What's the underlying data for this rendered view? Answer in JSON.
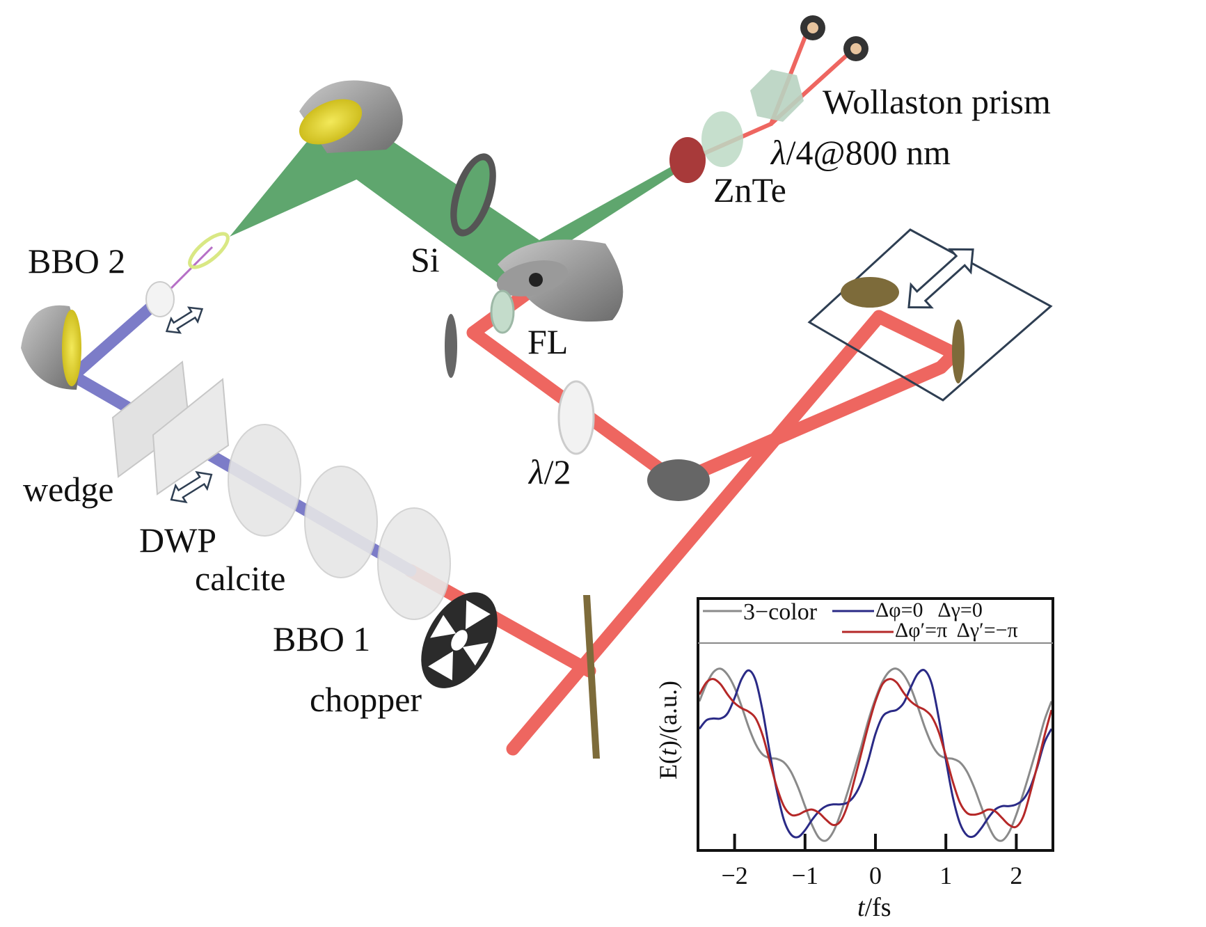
{
  "labels": {
    "wollaston_prism": "Wollaston prism",
    "quarter_wave_prefix": "λ",
    "quarter_wave_rest": "/4@800 nm",
    "znte": "ZnTe",
    "si": "Si",
    "bbo2": "BBO 2",
    "fl": "FL",
    "half_wave_prefix": "λ",
    "half_wave_rest": "/2",
    "wedge": "wedge",
    "dwp": "DWP",
    "calcite": "calcite",
    "bbo1": "BBO 1",
    "chopper": "chopper"
  },
  "colors": {
    "ir_beam": "#ee6660",
    "uv_beam": "#7c7cc8",
    "thz_beam": "#5fa66e",
    "mirror_gold": "#e2d21a",
    "mirror_gray": "#8e8e8e",
    "beam_splitter": "#7d6b3a"
  },
  "icons": {
    "stage_arrow": "double-arrow-icon",
    "chopper_wheel": "chopper-wheel-icon"
  },
  "chart_data": {
    "type": "line",
    "xlabel_italic": "t",
    "xlabel_rest": "/fs",
    "ylabel_prefix": "E(",
    "ylabel_italic": "t",
    "ylabel_suffix": ")/(a.u.)",
    "xlim": [
      -2.5,
      2.5
    ],
    "ylim": [
      -1.1,
      1.25
    ],
    "xticks": [
      -2,
      -1,
      0,
      1,
      2
    ],
    "xtick_labels": [
      "−2",
      "−1",
      "0",
      "1",
      "2"
    ],
    "legend": {
      "entry1": "3−color",
      "entry2": "Δφ=0   Δγ=0",
      "entry3": "Δφ′=π  Δγ′=−π"
    },
    "series": [
      {
        "name": "3−color",
        "color": "#8a8a8a",
        "x": [
          -2.5,
          -2.4,
          -2.3,
          -2.2,
          -2.1,
          -2.0,
          -1.9,
          -1.8,
          -1.7,
          -1.6,
          -1.5,
          -1.4,
          -1.3,
          -1.2,
          -1.1,
          -1.0,
          -0.9,
          -0.8,
          -0.7,
          -0.6,
          -0.5,
          -0.4,
          -0.3,
          -0.2,
          -0.1,
          0.0,
          0.1,
          0.2,
          0.3,
          0.4,
          0.5,
          0.6,
          0.7,
          0.8,
          0.9,
          1.0,
          1.1,
          1.2,
          1.3,
          1.4,
          1.5,
          1.6,
          1.7,
          1.8,
          1.9,
          2.0,
          2.1,
          2.2,
          2.3,
          2.4,
          2.5
        ],
        "y": [
          0.62,
          0.82,
          0.96,
          1.0,
          0.93,
          0.78,
          0.56,
          0.32,
          0.12,
          0.0,
          -0.04,
          -0.05,
          -0.09,
          -0.2,
          -0.38,
          -0.6,
          -0.82,
          -0.97,
          -1.0,
          -0.9,
          -0.7,
          -0.45,
          -0.18,
          0.1,
          0.4,
          0.65,
          0.85,
          0.97,
          1.0,
          0.93,
          0.78,
          0.56,
          0.32,
          0.12,
          0.0,
          -0.04,
          -0.05,
          -0.09,
          -0.2,
          -0.38,
          -0.6,
          -0.82,
          -0.97,
          -1.0,
          -0.9,
          -0.7,
          -0.45,
          -0.18,
          0.1,
          0.4,
          0.62
        ]
      },
      {
        "name": "Δφ=0   Δγ=0",
        "color": "#2a2a86",
        "x": [
          -2.5,
          -2.4,
          -2.3,
          -2.2,
          -2.1,
          -2.0,
          -1.9,
          -1.8,
          -1.7,
          -1.6,
          -1.5,
          -1.4,
          -1.3,
          -1.2,
          -1.1,
          -1.0,
          -0.9,
          -0.8,
          -0.7,
          -0.6,
          -0.5,
          -0.4,
          -0.3,
          -0.2,
          -0.1,
          0.0,
          0.1,
          0.2,
          0.3,
          0.4,
          0.5,
          0.6,
          0.7,
          0.8,
          0.9,
          1.0,
          1.1,
          1.2,
          1.3,
          1.4,
          1.5,
          1.6,
          1.7,
          1.8,
          1.9,
          2.0,
          2.1,
          2.2,
          2.3,
          2.4,
          2.5
        ],
        "y": [
          0.3,
          0.4,
          0.42,
          0.42,
          0.48,
          0.66,
          0.88,
          0.98,
          0.86,
          0.5,
          0.02,
          -0.42,
          -0.76,
          -0.93,
          -0.96,
          -0.88,
          -0.76,
          -0.66,
          -0.6,
          -0.58,
          -0.58,
          -0.56,
          -0.48,
          -0.32,
          -0.06,
          0.24,
          0.44,
          0.5,
          0.52,
          0.6,
          0.78,
          0.94,
          0.98,
          0.82,
          0.42,
          -0.06,
          -0.5,
          -0.8,
          -0.94,
          -0.95,
          -0.86,
          -0.74,
          -0.64,
          -0.6,
          -0.6,
          -0.58,
          -0.52,
          -0.38,
          -0.14,
          0.14,
          0.3
        ]
      },
      {
        "name": "Δφ′=π  Δγ′=−π",
        "color": "#b52828",
        "x": [
          -2.5,
          -2.4,
          -2.3,
          -2.2,
          -2.1,
          -2.0,
          -1.9,
          -1.8,
          -1.7,
          -1.6,
          -1.5,
          -1.4,
          -1.3,
          -1.2,
          -1.1,
          -1.0,
          -0.9,
          -0.8,
          -0.7,
          -0.6,
          -0.5,
          -0.4,
          -0.3,
          -0.2,
          -0.1,
          0.0,
          0.1,
          0.2,
          0.3,
          0.4,
          0.5,
          0.6,
          0.7,
          0.8,
          0.9,
          1.0,
          1.1,
          1.2,
          1.3,
          1.4,
          1.5,
          1.6,
          1.7,
          1.8,
          1.9,
          2.0,
          2.1,
          2.2,
          2.3,
          2.4,
          2.5
        ],
        "y": [
          0.7,
          0.84,
          0.88,
          0.82,
          0.7,
          0.6,
          0.54,
          0.5,
          0.42,
          0.22,
          -0.08,
          -0.38,
          -0.6,
          -0.7,
          -0.7,
          -0.66,
          -0.64,
          -0.68,
          -0.76,
          -0.82,
          -0.78,
          -0.6,
          -0.3,
          0.02,
          0.34,
          0.62,
          0.82,
          0.88,
          0.84,
          0.72,
          0.62,
          0.56,
          0.52,
          0.44,
          0.26,
          -0.02,
          -0.32,
          -0.56,
          -0.68,
          -0.7,
          -0.68,
          -0.64,
          -0.66,
          -0.74,
          -0.82,
          -0.84,
          -0.72,
          -0.44,
          -0.12,
          0.22,
          0.52
        ]
      }
    ]
  }
}
